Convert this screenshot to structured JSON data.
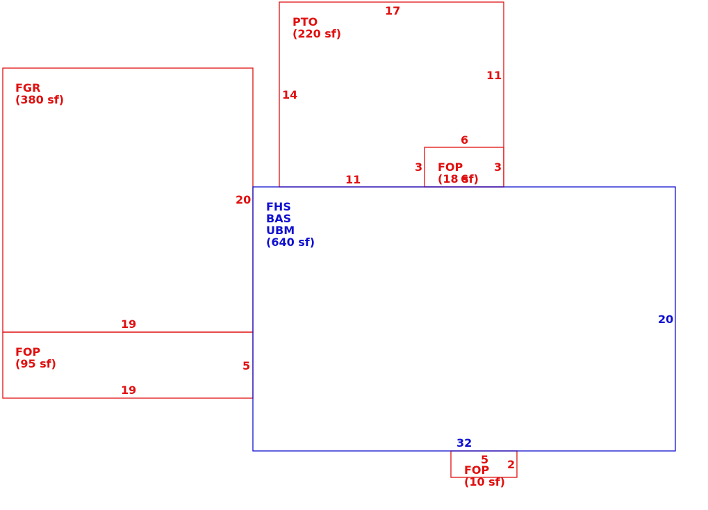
{
  "colors": {
    "outbuilding": "#e01010",
    "main_structure": "#1010d0"
  },
  "areas": {
    "pto": {
      "code": "PTO",
      "size": "(220 sf)",
      "dims": {
        "top": "17",
        "right": "11",
        "left": "14",
        "bottom": "11"
      }
    },
    "fgr": {
      "code": "FGR",
      "size": "(380 sf)",
      "dims": {
        "right": "20",
        "bottom": "19"
      }
    },
    "fop_small_top": {
      "code": "FOP",
      "size": "(18 sf)",
      "dims": {
        "top": "6",
        "left": "3",
        "right": "3",
        "bottom": "6"
      }
    },
    "main": {
      "codes": [
        "FHS",
        "BAS",
        "UBM"
      ],
      "size": "(640 sf)",
      "dims": {
        "right": "20",
        "bottom": "32"
      }
    },
    "fop_left": {
      "code": "FOP",
      "size": "(95 sf)",
      "dims": {
        "bottom": "19",
        "right": "5"
      }
    },
    "fop_bottom": {
      "code": "FOP",
      "size": "(10 sf)",
      "dims": {
        "top": "5",
        "right": "2"
      }
    }
  }
}
